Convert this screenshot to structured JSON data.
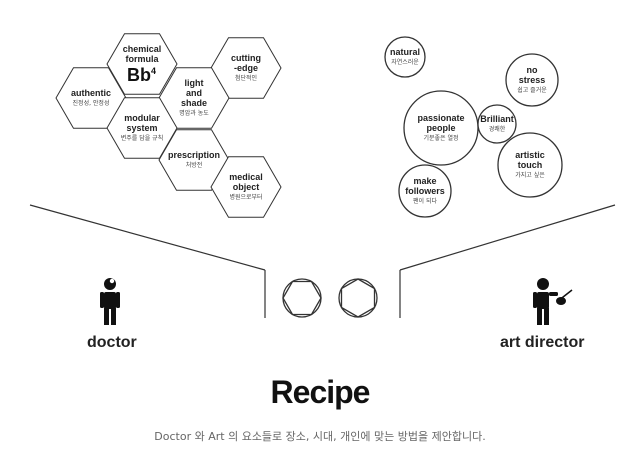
{
  "hexagons": [
    {
      "id": "chemical-formula",
      "en": "chemical\nformula",
      "ko": "",
      "formula": "Bb",
      "formula_sup": "4"
    },
    {
      "id": "cutting-edge",
      "en": "cutting\n-edge",
      "ko": "첨단적인"
    },
    {
      "id": "authentic",
      "en": "authentic",
      "ko": "진정성, 안정성"
    },
    {
      "id": "light-and-shade",
      "en": "light\nand\nshade",
      "ko": "명암과 농도"
    },
    {
      "id": "modular-system",
      "en": "modular\nsystem",
      "ko": "변주를 담을 규칙"
    },
    {
      "id": "prescription",
      "en": "prescription",
      "ko": "처방전"
    },
    {
      "id": "medical-object",
      "en": "medical\nobject",
      "ko": "병원으로부터"
    }
  ],
  "circles": [
    {
      "id": "natural",
      "en": "natural",
      "ko": "자연스러운"
    },
    {
      "id": "no-stress",
      "en": "no\nstress",
      "ko": "쉽고 즐거운"
    },
    {
      "id": "passionate-people",
      "en": "passionate\npeople",
      "ko": "기분좋은 열정"
    },
    {
      "id": "brilliant",
      "en": "Brilliant",
      "ko": "경쾌한"
    },
    {
      "id": "artistic-touch",
      "en": "artistic\ntouch",
      "ko": "가지고 싶은"
    },
    {
      "id": "make-followers",
      "en": "make\nfollowers",
      "ko": "팬이 되다"
    }
  ],
  "roles": {
    "left": "doctor",
    "right": "art director"
  },
  "title": "Recipe",
  "subtitle": "Doctor 와 Art 의 요소들로 장소, 시대, 개인에 맞는 방법을 제안합니다."
}
